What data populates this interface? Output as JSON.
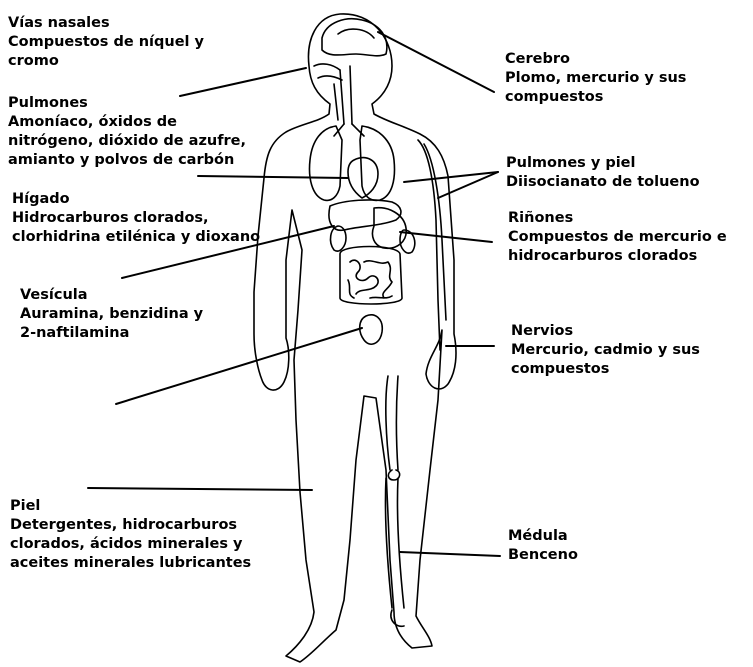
{
  "labels": {
    "vias_nasales": {
      "organ": "Vías nasales",
      "lines": [
        "Compuestos de níquel y",
        "cromo"
      ]
    },
    "pulmones": {
      "organ": "Pulmones",
      "lines": [
        "Amoníaco, óxidos de",
        "nitrógeno, dióxido de azufre,",
        "amianto y polvos de carbón"
      ]
    },
    "higado": {
      "organ": "Hígado",
      "lines": [
        "Hidrocarburos clorados,",
        "clorhidrina etilénica y dioxano"
      ]
    },
    "vesicula": {
      "organ": "Vesícula",
      "lines": [
        "Auramina, benzidina y",
        "2-naftilamina"
      ]
    },
    "piel": {
      "organ": "Piel",
      "lines": [
        "Detergentes, hidrocarburos",
        "clorados, ácidos minerales y",
        "aceites minerales lubricantes"
      ]
    },
    "cerebro": {
      "organ": "Cerebro",
      "lines": [
        "Plomo, mercurio y sus",
        "compuestos"
      ]
    },
    "pulmones_piel": {
      "organ": "Pulmones y piel",
      "lines": [
        "Diisocianato de tolueno"
      ]
    },
    "rinones": {
      "organ": "Riñones",
      "lines": [
        "Compuestos de mercurio e",
        "hidrocarburos clorados"
      ]
    },
    "nervios": {
      "organ": "Nervios",
      "lines": [
        "Mercurio, cadmio y sus",
        "compuestos"
      ]
    },
    "medula": {
      "organ": "Médula",
      "lines": [
        "Benceno"
      ]
    }
  },
  "colors": {
    "ink": "#000000",
    "background": "#ffffff"
  }
}
